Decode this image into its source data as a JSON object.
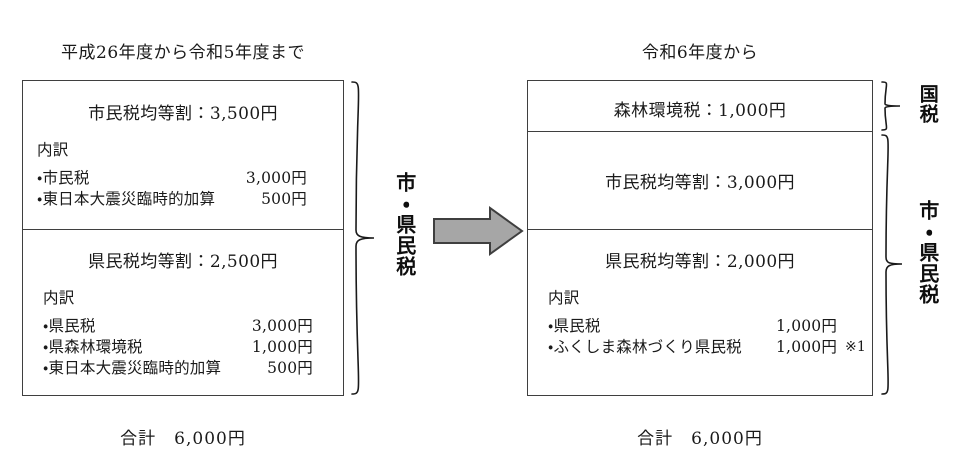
{
  "diagram": {
    "left_panel": {
      "title": "平成26年度から令和5年度まで",
      "brace_label": "市・県民税",
      "total": "合計　6,000円",
      "sections": [
        {
          "header": "市民税均等割：3,500円",
          "breakdown_title": "内訳",
          "rows": [
            {
              "label": "・市民税",
              "amount": "3,000円",
              "note": ""
            },
            {
              "label": "・東日本大震災臨時的加算",
              "amount": "500円",
              "note": ""
            }
          ]
        },
        {
          "header": "県民税均等割：2,500円",
          "breakdown_title": "内訳",
          "rows": [
            {
              "label": "・県民税",
              "amount": "3,000円",
              "note": ""
            },
            {
              "label": "・県森林環境税",
              "amount": "1,000円",
              "note": ""
            },
            {
              "label": "・東日本大震災臨時的加算",
              "amount": "500円",
              "note": ""
            }
          ]
        }
      ]
    },
    "right_panel": {
      "title": "令和6年度から",
      "brace_label_top": "国税",
      "brace_label_bottom": "市・県民税",
      "total": "合計　6,000円",
      "sections": [
        {
          "header": "森林環境税：1,000円",
          "breakdown_title": "",
          "rows": []
        },
        {
          "header": "市民税均等割：3,000円",
          "breakdown_title": "",
          "rows": []
        },
        {
          "header": "県民税均等割：2,000円",
          "breakdown_title": "内訳",
          "rows": [
            {
              "label": "・県民税",
              "amount": "1,000円",
              "note": ""
            },
            {
              "label": "・ふくしま森林づくり県民税",
              "amount": "1,000円",
              "note": "※1"
            }
          ]
        }
      ]
    },
    "arrow": {
      "name": "transition-arrow",
      "fill": "#a6a6a6",
      "stroke": "#3f3f3f"
    },
    "colors": {
      "border": "#3f3f3f",
      "text": "#1a1a1a",
      "background": "#ffffff"
    }
  }
}
